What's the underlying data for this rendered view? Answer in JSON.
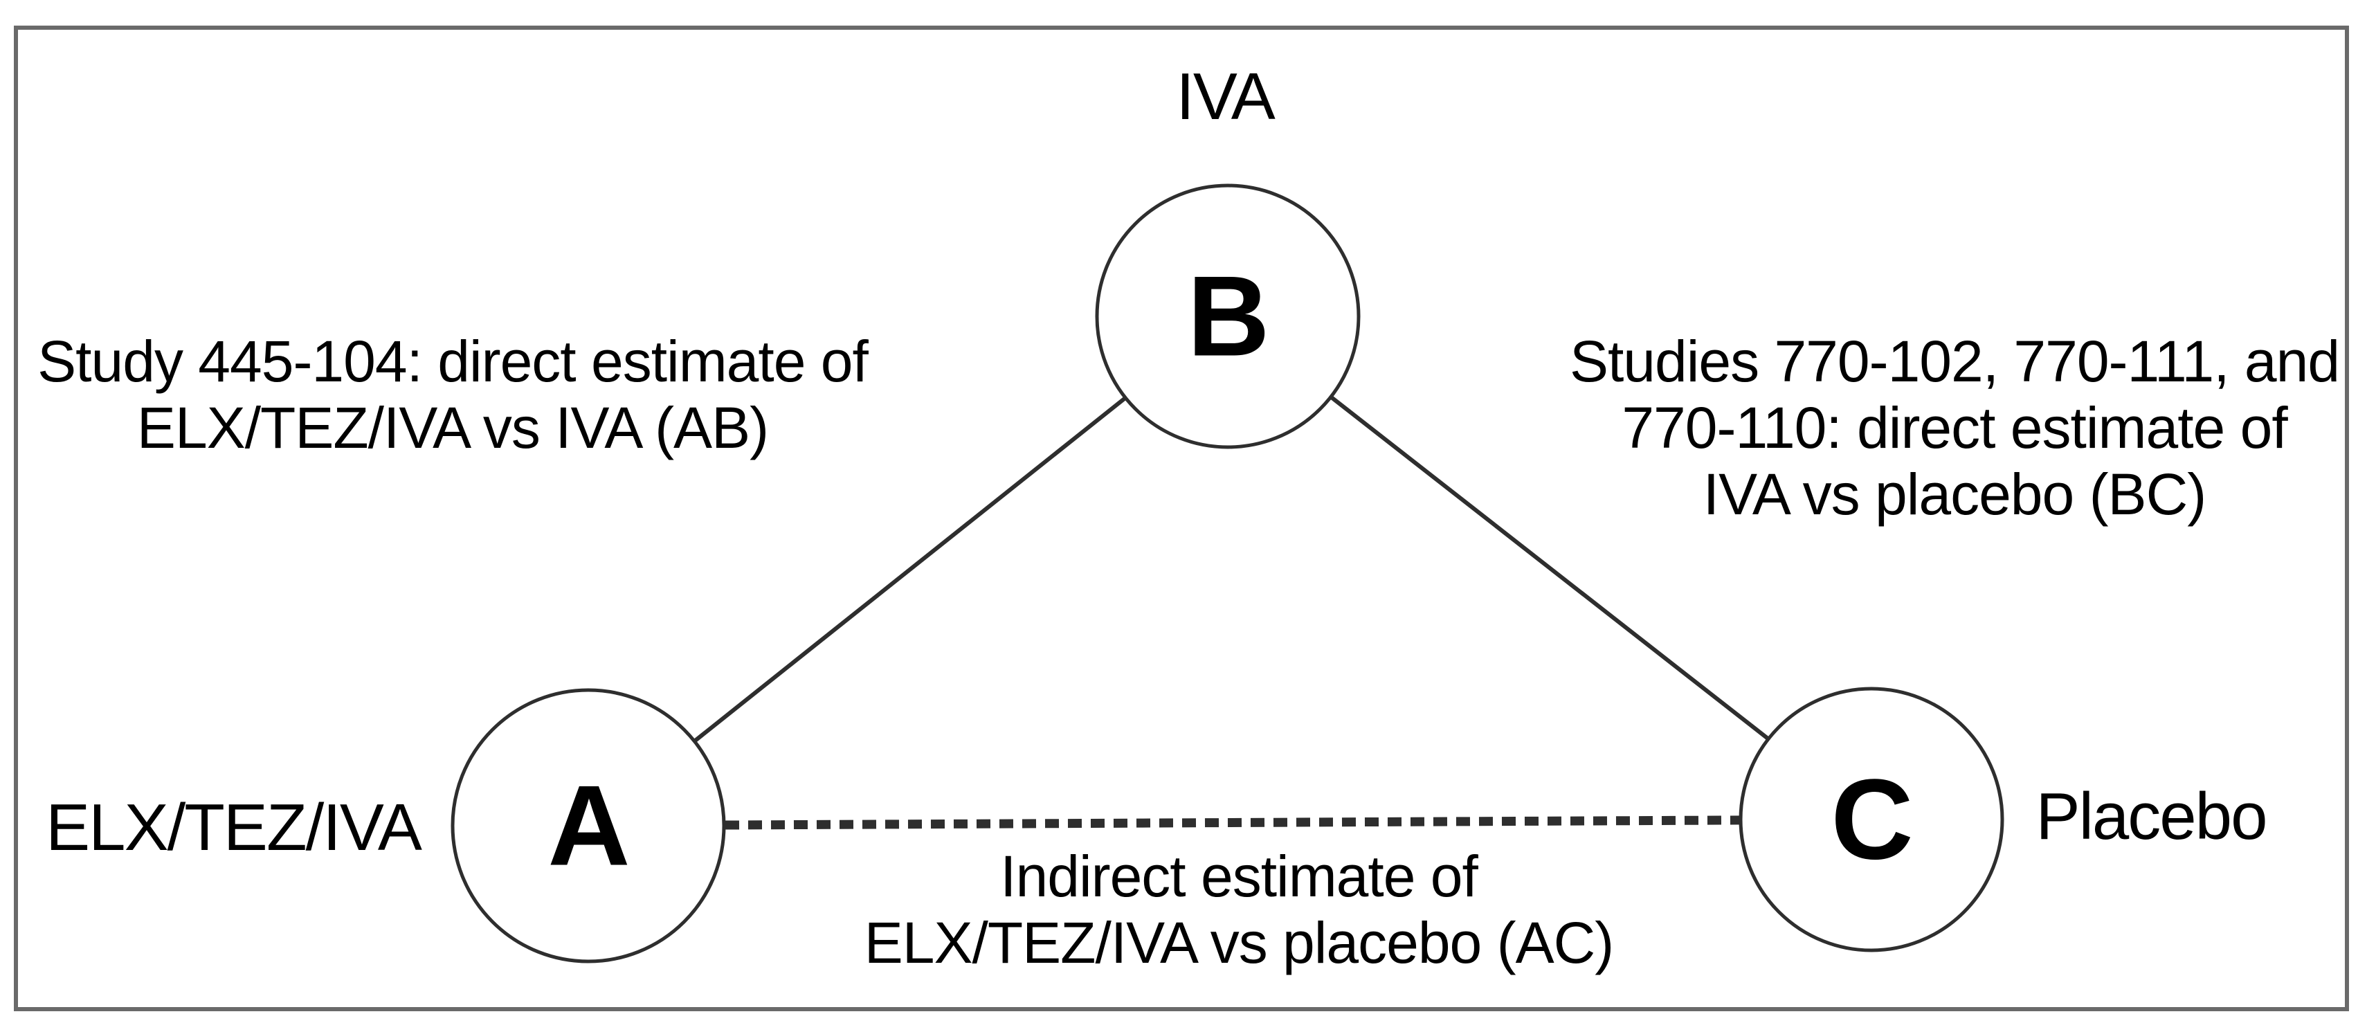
{
  "diagram": {
    "description": "Network of evidence triangle",
    "nodes": [
      {
        "id": "A",
        "letter": "A",
        "name": "ELX/TEZ/IVA"
      },
      {
        "id": "B",
        "letter": "B",
        "name": "IVA"
      },
      {
        "id": "C",
        "letter": "C",
        "name": "Placebo"
      }
    ],
    "edges": [
      {
        "id": "AB",
        "style": "solid",
        "label_lines": [
          "Study 445-104: direct estimate of",
          "ELX/TEZ/IVA vs IVA (AB)"
        ]
      },
      {
        "id": "BC",
        "style": "solid",
        "label_lines": [
          "Studies 770-102, 770-111, and",
          "770-110: direct estimate of",
          "IVA vs placebo (BC)"
        ]
      },
      {
        "id": "AC",
        "style": "dashed",
        "label_lines": [
          "Indirect estimate of",
          "ELX/TEZ/IVA vs placebo (AC)"
        ]
      }
    ],
    "colors": {
      "line": "#2e2e2e",
      "frame": "#6a6a6a",
      "text": "#000000",
      "node_fill": "#ffffff"
    }
  }
}
